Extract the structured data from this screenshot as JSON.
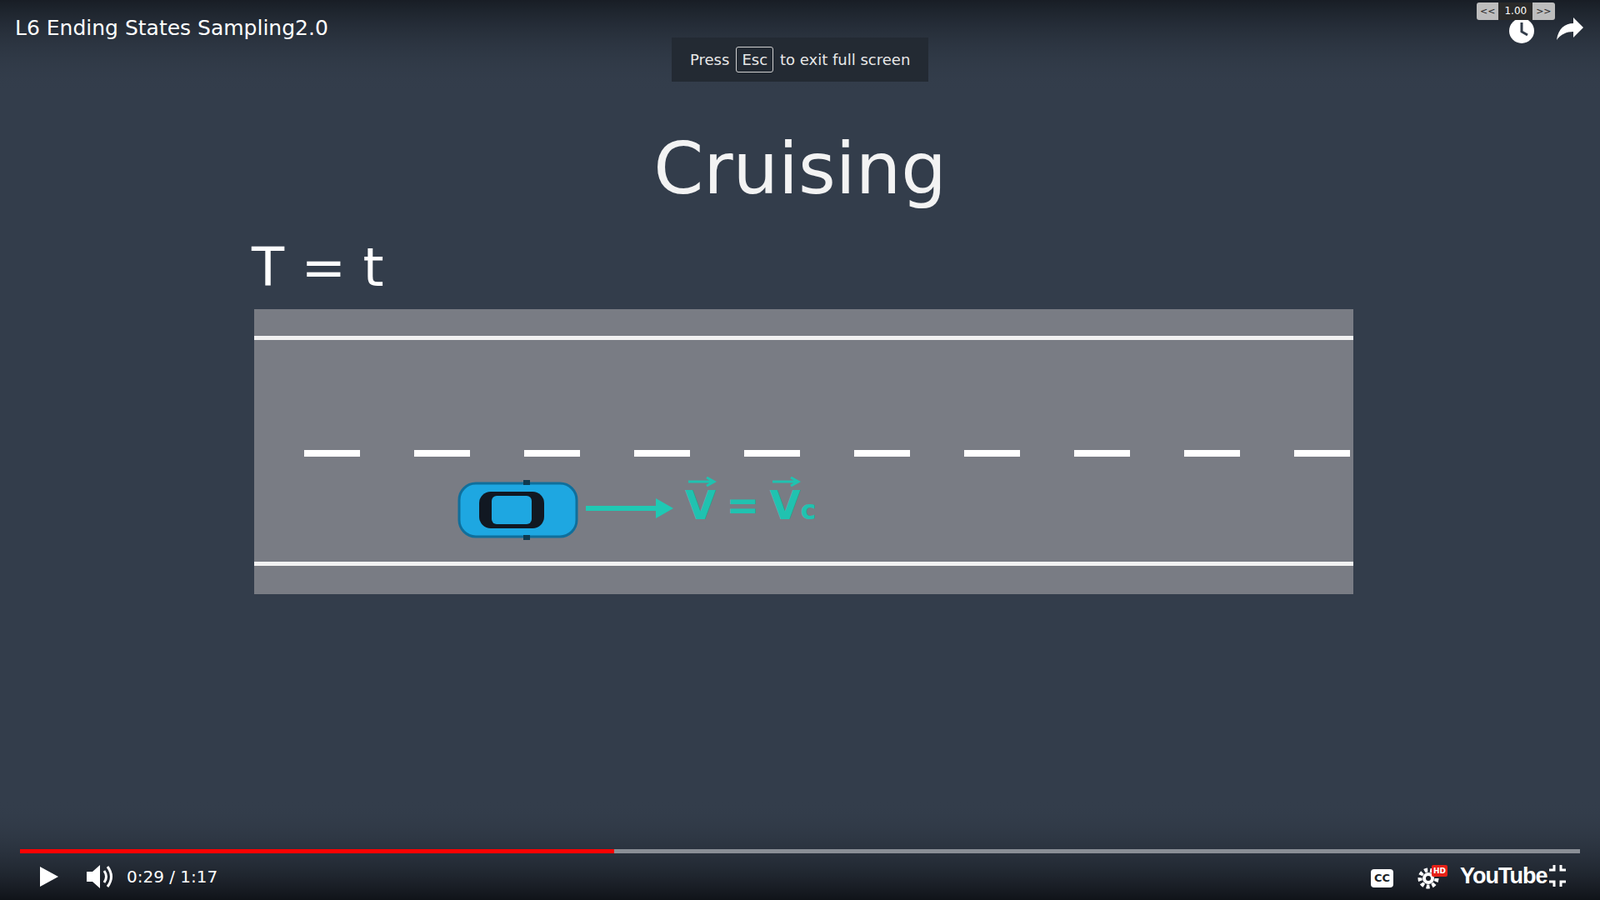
{
  "diagram": {
    "title": "Cruising",
    "nodes": [
      {
        "text": [
          "Press",
          "to exit full screen"
        ]
      },
      {
        "text": [
          "Esc"
        ],
        "in": 0
      },
      {
        "text": [
          "<<"
        ]
      },
      {
        "text": [
          "1.00"
        ]
      },
      {
        "text": [
          ">>"
        ]
      },
      {
        "text": [
          "CC"
        ]
      },
      {
        "text": [
          "HD"
        ]
      }
    ],
    "labels": [
      "L6 Ending States Sampling2.0",
      "T = t",
      "V",
      "=",
      "V",
      "c",
      "0:29 / 1:17",
      "YouTube"
    ]
  }
}
